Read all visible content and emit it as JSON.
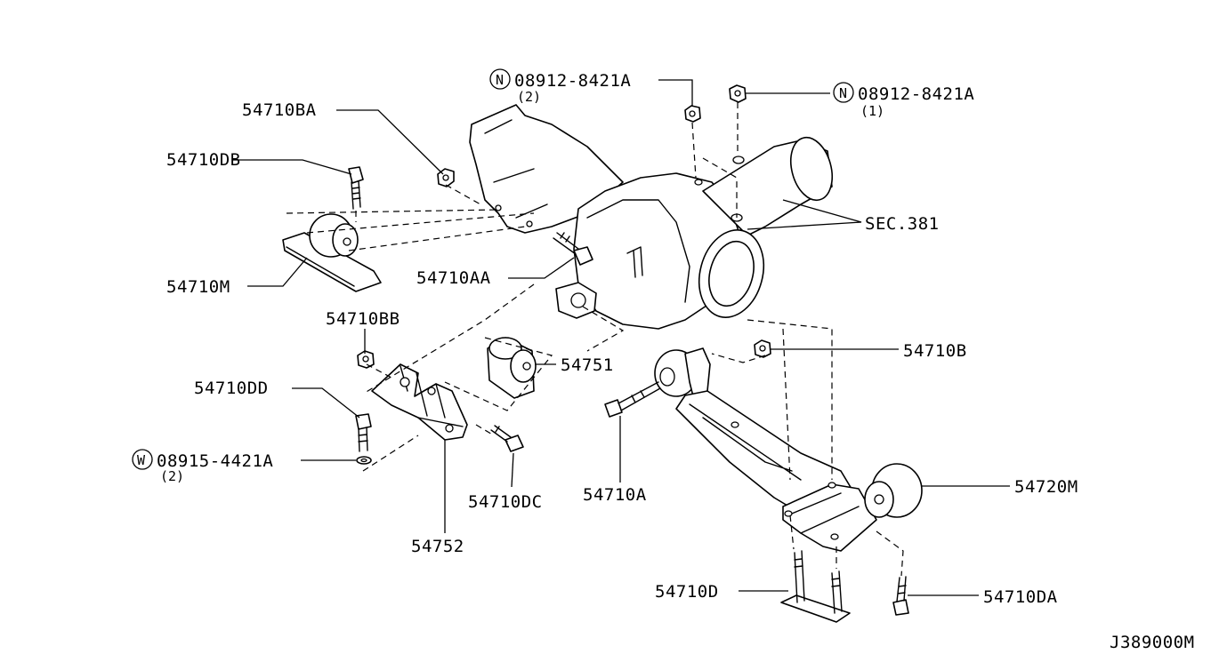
{
  "diagram": {
    "code": "J389000M",
    "labels": {
      "p54710BA": "54710BA",
      "p54710DB": "54710DB",
      "p54710M": "54710M",
      "p54710AA": "54710AA",
      "p54710BB": "54710BB",
      "p54751": "54751",
      "p54710DD": "54710DD",
      "p08915": "08915-4421A",
      "p08915_qty": "(2)",
      "p54710DC": "54710DC",
      "p54752": "54752",
      "p54710A": "54710A",
      "p54710B": "54710B",
      "p54720M": "54720M",
      "p54710D": "54710D",
      "p54710DA": "54710DA",
      "sec381": "SEC.381",
      "n08912_left": "08912-8421A",
      "n08912_left_qty": "(2)",
      "n08912_right": "08912-8421A",
      "n08912_right_qty": "(1)"
    },
    "markers": {
      "n": "N",
      "w": "W"
    }
  }
}
